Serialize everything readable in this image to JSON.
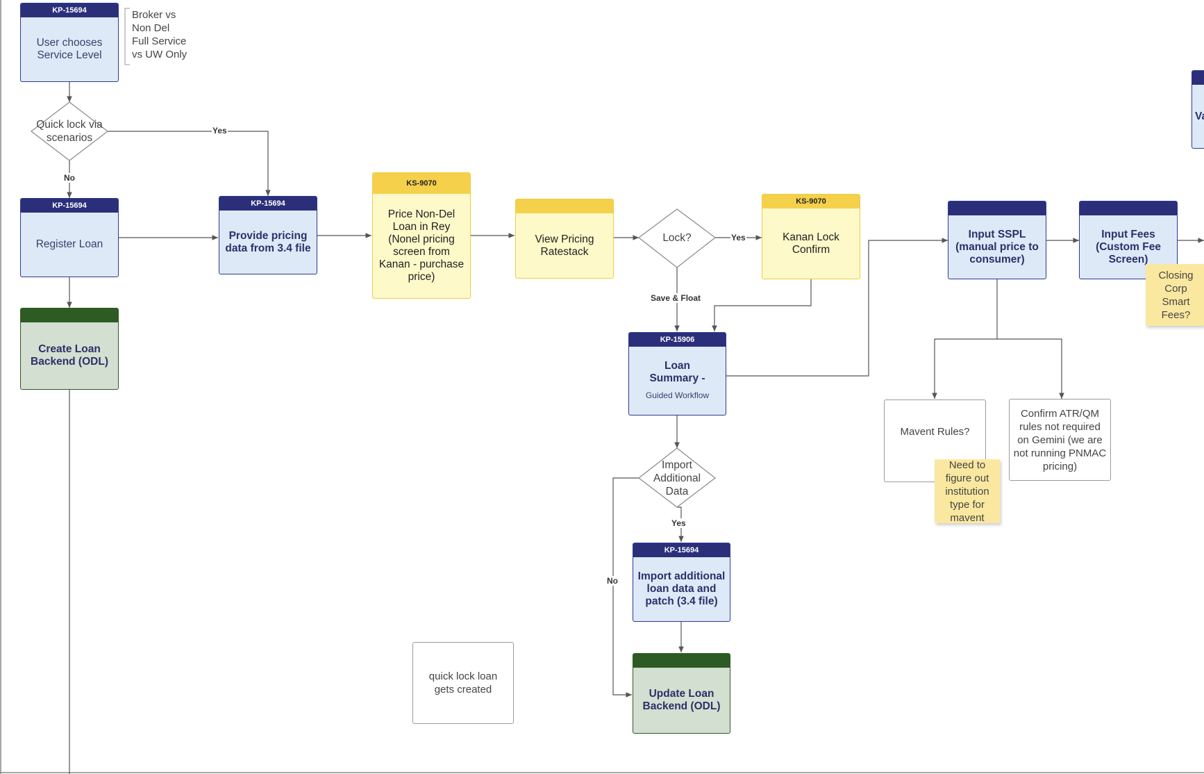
{
  "nodes": {
    "service_level": {
      "tag": "KP-15694",
      "text": "User chooses Service Level"
    },
    "service_level_note": {
      "text": "Broker vs\nNon Del\nFull Service\nvs UW Only"
    },
    "quick_lock": {
      "text": "Quick lock via scenarios"
    },
    "register_loan": {
      "tag": "KP-15694",
      "text": "Register Loan"
    },
    "provide_pricing": {
      "tag": "KP-15694",
      "text": "Provide pricing data from 3.4 file"
    },
    "price_nondel": {
      "tag": "KS-9070",
      "text": "Price Non-Del Loan in Rey (Nonel pricing screen from Kanan - purchase price)"
    },
    "view_pricing": {
      "tag": "",
      "text": "View Pricing Ratestack"
    },
    "lock": {
      "text": "Lock?"
    },
    "kanan_lock": {
      "tag": "KS-9070",
      "text": "Kanan Lock Confirm"
    },
    "input_sspl": {
      "tag": "",
      "text": "Input SSPL (manual price to consumer)"
    },
    "input_fees": {
      "tag": "",
      "text": "Input Fees (Custom Fee Screen)"
    },
    "closing_corp": {
      "text": "Closing Corp Smart Fees?"
    },
    "create_loan": {
      "tag": "",
      "text": "Create Loan Backend (ODL)"
    },
    "loan_summary": {
      "tag": "KP-15906",
      "text": "Loan Summary -",
      "subtext": "Guided Workflow"
    },
    "mavent_rules": {
      "text": "Mavent Rules?"
    },
    "mavent_note": {
      "text": "Need to figure out institution type for mavent"
    },
    "confirm_atr": {
      "text": "Confirm ATR/QM rules not required on Gemini (we are not running PNMAC pricing)"
    },
    "import_additional": {
      "text": "Import Additional Data"
    },
    "import_data": {
      "tag": "KP-15694",
      "text": "Import additional loan data and patch (3.4 file)"
    },
    "update_loan": {
      "tag": "",
      "text": "Update Loan Backend (ODL)"
    },
    "quick_lock_note": {
      "text": "quick lock loan gets created"
    },
    "offscreen_card": {
      "text": "Va"
    }
  },
  "edge_labels": {
    "quick_yes": "Yes",
    "quick_no": "No",
    "lock_yes": "Yes",
    "save_float": "Save & Float",
    "import_yes": "Yes",
    "import_no": "No"
  },
  "colors": {
    "blue_header": "#2b2f7a",
    "blue_fill": "#dde9f7",
    "yellow_header": "#f4d04b",
    "yellow_fill": "#fdf9c9",
    "green_header": "#2e5a23",
    "green_fill": "#d3dfd0",
    "sticky": "#fbe8a0",
    "connector": "#555555"
  }
}
